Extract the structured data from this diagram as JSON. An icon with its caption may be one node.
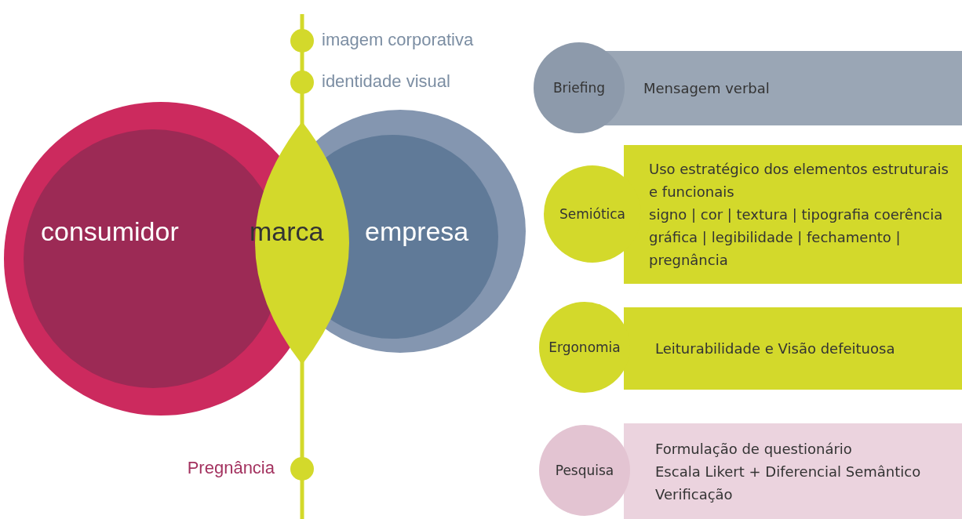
{
  "diagram": {
    "nodes": [
      {
        "text": [
          "consumidor"
        ]
      },
      {
        "text": [
          "empresa"
        ]
      },
      {
        "text": [
          "marca"
        ]
      },
      {
        "text": [],
        "shape": "circle",
        "beside": [
          "imagem corporativa"
        ]
      },
      {
        "text": [],
        "shape": "circle",
        "beside": [
          "identidade visual"
        ]
      },
      {
        "text": [],
        "shape": "circle",
        "beside": [
          "Pregnância"
        ]
      },
      {
        "text": [
          "Briefing"
        ]
      },
      {
        "text": [
          "Mensagem verbal"
        ]
      },
      {
        "text": [
          "Semiótica"
        ]
      },
      {
        "text": [
          "Uso estratégico dos elementos estruturais e funcionais",
          "signo | cor | textura | tipografia coerência gráfica | legibilidade | fechamento | pregnância"
        ]
      },
      {
        "text": [
          "Ergonomia"
        ]
      },
      {
        "text": [
          "Leiturabilidade e Visão defeituosa"
        ]
      },
      {
        "text": [
          "Pesquisa"
        ]
      },
      {
        "text": [
          "Formulação de questionário",
          "Escala Likert + Diferencial Semântico",
          "Verificação"
        ]
      }
    ]
  }
}
